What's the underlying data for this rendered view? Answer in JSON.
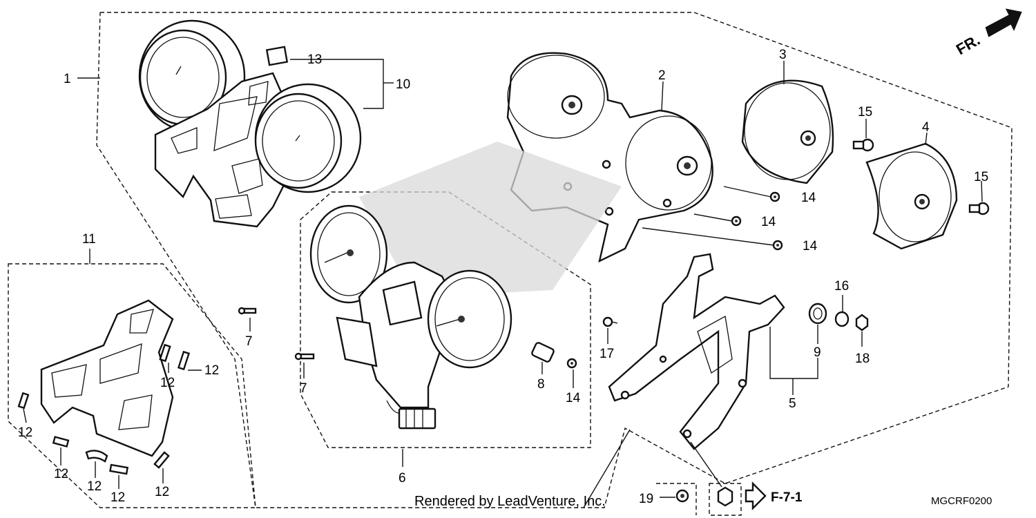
{
  "diagram": {
    "callouts": [
      {
        "id": "c1",
        "text": "1"
      },
      {
        "id": "c2",
        "text": "2"
      },
      {
        "id": "c3",
        "text": "3"
      },
      {
        "id": "c4",
        "text": "4"
      },
      {
        "id": "c5",
        "text": "5"
      },
      {
        "id": "c6",
        "text": "6"
      },
      {
        "id": "c7a",
        "text": "7"
      },
      {
        "id": "c7b",
        "text": "7"
      },
      {
        "id": "c8",
        "text": "8"
      },
      {
        "id": "c9",
        "text": "9"
      },
      {
        "id": "c10",
        "text": "10"
      },
      {
        "id": "c11",
        "text": "11"
      },
      {
        "id": "c12a",
        "text": "12"
      },
      {
        "id": "c12b",
        "text": "12"
      },
      {
        "id": "c12c",
        "text": "12"
      },
      {
        "id": "c12d",
        "text": "12"
      },
      {
        "id": "c12e",
        "text": "12"
      },
      {
        "id": "c12f",
        "text": "12"
      },
      {
        "id": "c12g",
        "text": "12"
      },
      {
        "id": "c13",
        "text": "13"
      },
      {
        "id": "c14a",
        "text": "14"
      },
      {
        "id": "c14b",
        "text": "14"
      },
      {
        "id": "c14c",
        "text": "14"
      },
      {
        "id": "c14d",
        "text": "14"
      },
      {
        "id": "c15a",
        "text": "15"
      },
      {
        "id": "c15b",
        "text": "15"
      },
      {
        "id": "c16",
        "text": "16"
      },
      {
        "id": "c17",
        "text": "17"
      },
      {
        "id": "c18",
        "text": "18"
      },
      {
        "id": "c19",
        "text": "19"
      }
    ],
    "direction_label": "FR.",
    "reference_label": "F-7-1",
    "footer_credit": "Rendered by LeadVenture, Inc.",
    "drawing_code": "MGCRF0200"
  }
}
